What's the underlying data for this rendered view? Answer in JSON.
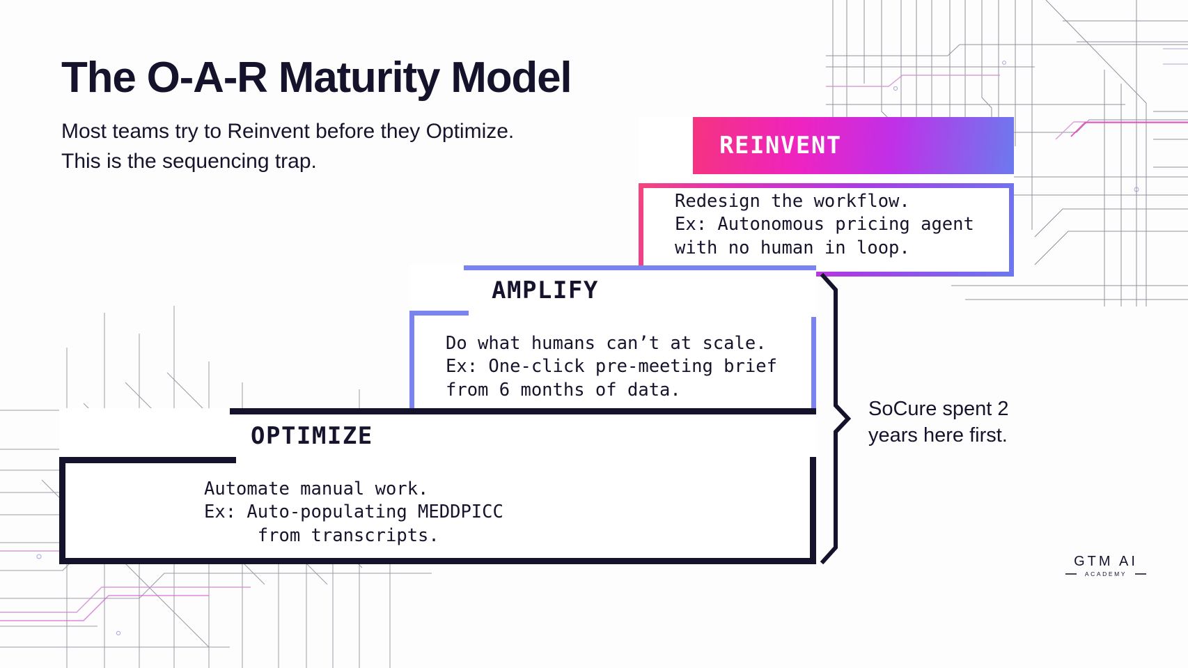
{
  "header": {
    "title": "The O-A-R Maturity Model",
    "subtitle": "Most teams try to Reinvent before they Optimize. This is the sequencing trap."
  },
  "stages": [
    {
      "key": "reinvent",
      "label": "REINVENT",
      "body_line1": "Redesign the workflow.",
      "body_line2": "Ex: Autonomous pricing agent",
      "body_line3": "with no human in loop.",
      "accent_start": "#f5337f",
      "accent_end": "#6d79ee",
      "label_color": "#fdfdfd"
    },
    {
      "key": "amplify",
      "label": "AMPLIFY",
      "body_line1": "Do what humans can’t at scale.",
      "body_line2": "Ex: One-click pre-meeting brief",
      "body_line3": "from 6 months of data.",
      "accent_start": "#7b83ef",
      "accent_end": "#7b83ef",
      "label_color": "#16142c"
    },
    {
      "key": "optimize",
      "label": "OPTIMIZE",
      "body_line1": "Automate manual work.",
      "body_line2": "Ex: Auto-populating MEDDPICC",
      "body_line3": "     from transcripts.",
      "accent_start": "#15132b",
      "accent_end": "#15132b",
      "label_color": "#16142c"
    }
  ],
  "annotation": {
    "line1": "SoCure spent 2",
    "line2": "years here first."
  },
  "logo": {
    "wordmark": "GTM AI",
    "subword": "ACADEMY"
  },
  "theme": {
    "background": "#fdfdfd",
    "ink": "#15132b",
    "pink": "#f5337f",
    "magenta": "#ef23c0",
    "purple": "#c030e8",
    "periwinkle": "#7b83ef"
  }
}
